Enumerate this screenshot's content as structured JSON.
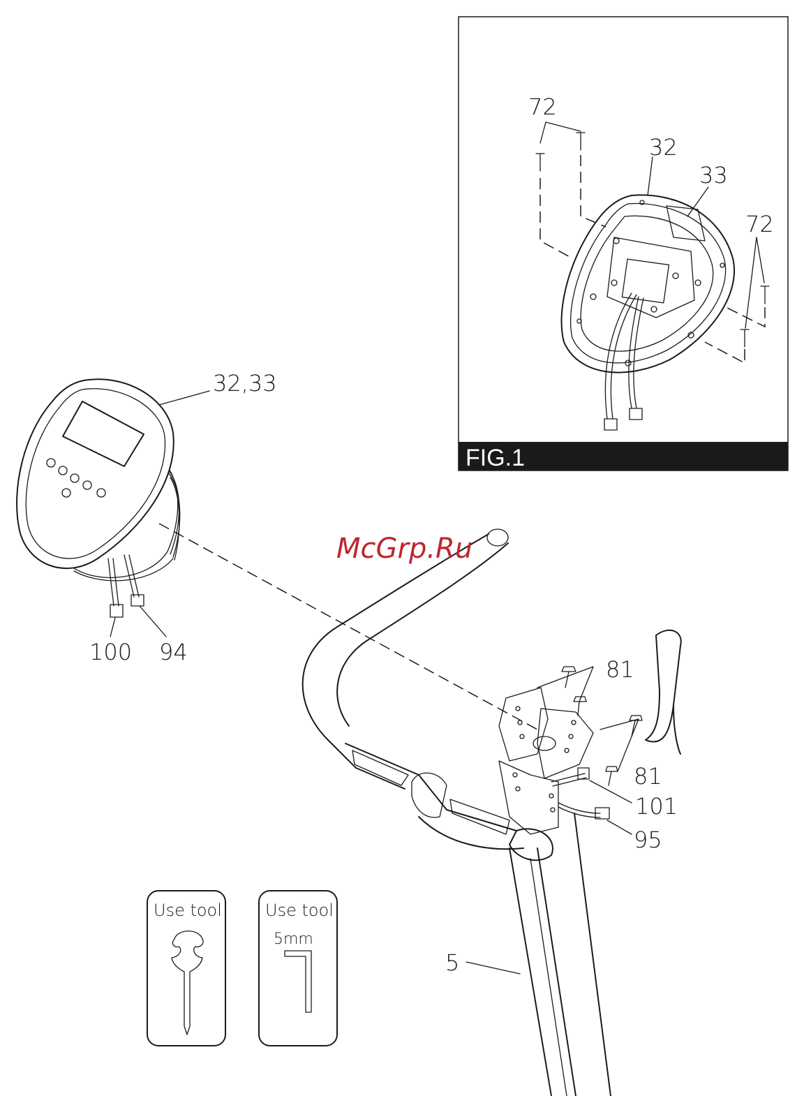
{
  "watermark": "McGrp.Ru",
  "figure": {
    "caption": "FIG.1",
    "labels": [
      "72",
      "32",
      "33",
      "72"
    ]
  },
  "part_labels": {
    "console": "32,33",
    "connector_a": "100",
    "connector_b": "94",
    "bolts_top": "81",
    "bolts_bottom": "81",
    "connector_c": "101",
    "connector_d": "95",
    "upright": "5"
  },
  "tools": [
    {
      "title": "Use tool",
      "size": ""
    },
    {
      "title": "Use tool",
      "size": "5mm"
    }
  ],
  "colors": {
    "line": "#1a1a1a",
    "caption_bg": "#1a1a1a",
    "watermark": "#c0262d"
  }
}
